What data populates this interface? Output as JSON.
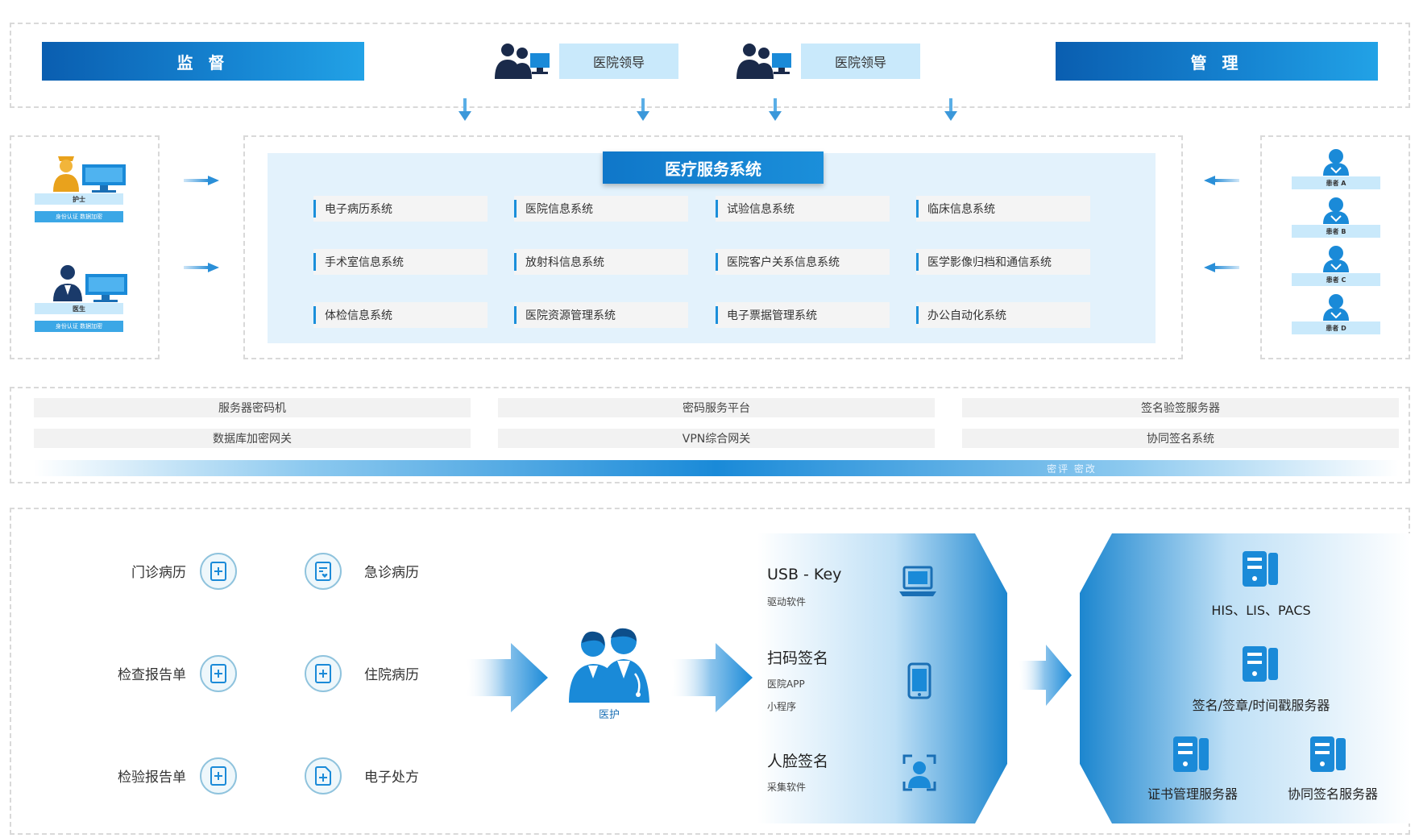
{
  "top": {
    "left_banner": "监 督",
    "right_banner": "管 理",
    "leader_labels": [
      "医院领导",
      "医院领导"
    ]
  },
  "staff": [
    {
      "role": "护士",
      "sub": "身份认证  数据加密"
    },
    {
      "role": "医生",
      "sub": "身份认证  数据加密"
    }
  ],
  "medical_system": {
    "title": "医疗服务系统",
    "items": [
      "电子病历系统",
      "医院信息系统",
      "试验信息系统",
      "临床信息系统",
      "手术室信息系统",
      "放射科信息系统",
      "医院客户关系信息系统",
      "医学影像归档和通信系统",
      "体检信息系统",
      "医院资源管理系统",
      "电子票据管理系统",
      "办公自动化系统"
    ]
  },
  "patients": [
    "患者 A",
    "患者 B",
    "患者 C",
    "患者 D"
  ],
  "crypto": {
    "rows": [
      [
        "服务器密码机",
        "密码服务平台",
        "签名验签服务器"
      ],
      [
        "数据库加密网关",
        "VPN综合网关",
        "协同签名系统"
      ]
    ],
    "bar_label": "密评 密改"
  },
  "documents": [
    {
      "label": "门诊病历",
      "icon": "document-plus-icon"
    },
    {
      "label": "急诊病历",
      "icon": "document-heart-icon"
    },
    {
      "label": "检查报告单",
      "icon": "document-plus-icon"
    },
    {
      "label": "住院病历",
      "icon": "document-plus-icon"
    },
    {
      "label": "检验报告单",
      "icon": "document-plus-icon"
    },
    {
      "label": "电子处方",
      "icon": "document-plus-icon"
    }
  ],
  "medic_label": "医护",
  "signing": [
    {
      "title": "USB - Key",
      "subs": [
        "驱动软件"
      ],
      "icon": "laptop-icon"
    },
    {
      "title": "扫码签名",
      "subs": [
        "医院APP",
        "小程序"
      ],
      "icon": "phone-icon"
    },
    {
      "title": "人脸签名",
      "subs": [
        "采集软件"
      ],
      "icon": "face-scan-icon"
    }
  ],
  "servers": [
    "HIS、LIS、PACS",
    "签名/签章/时间戳服务器",
    "证书管理服务器",
    "协同签名服务器"
  ],
  "colors": {
    "primary": "#1685d2",
    "light": "#c9e9fb",
    "panel": "#e3f2fc",
    "dark": "#0a5eb0"
  }
}
